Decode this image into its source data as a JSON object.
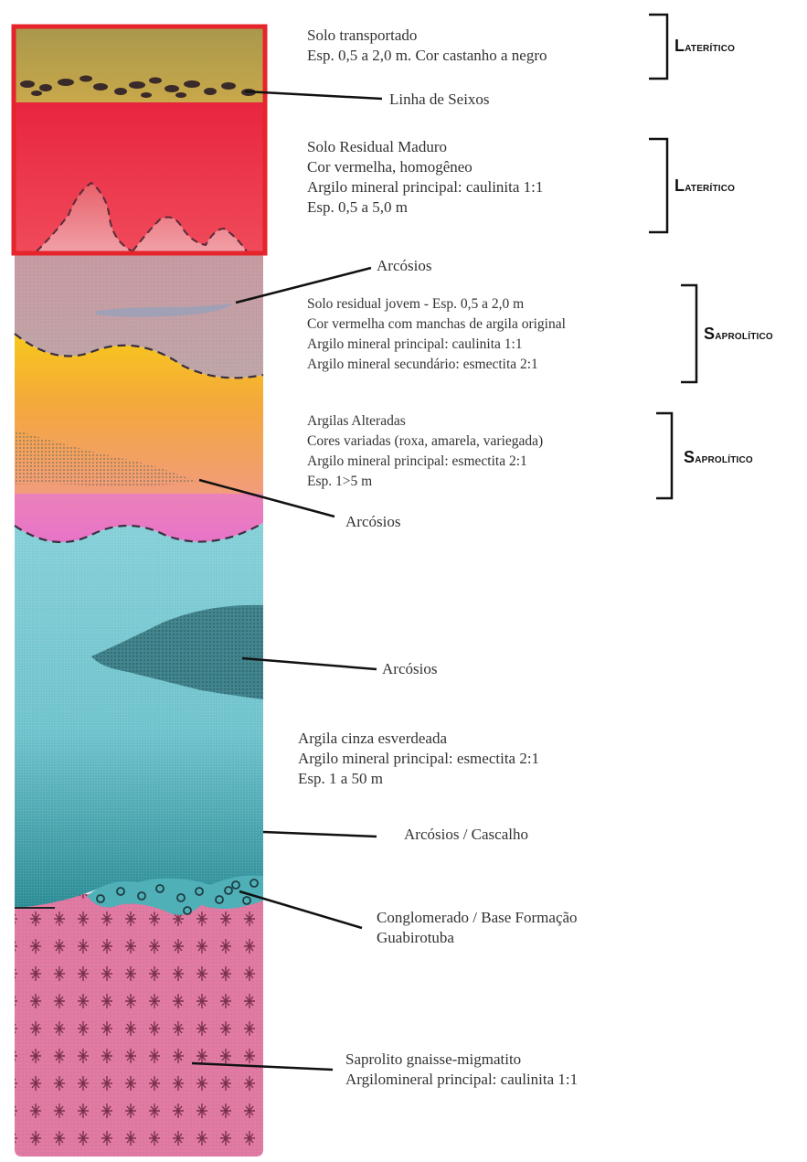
{
  "labels": {
    "solo_transportado": [
      "Solo transportado",
      "Esp. 0,5 a 2,0 m. Cor castanho a negro"
    ],
    "linha_seixos": "Linha de Seixos",
    "solo_residual_maduro": [
      "Solo Residual Maduro",
      "Cor vermelha, homogêneo",
      "Argilo mineral principal: caulinita 1:1",
      "Esp. 0,5 a 5,0 m"
    ],
    "arcosios_1": "Arcósios",
    "solo_residual_jovem": [
      "Solo residual jovem - Esp. 0,5 a 2,0 m",
      "Cor vermelha com manchas de argila original",
      "Argilo mineral principal: caulinita 1:1",
      "Argilo mineral secundário: esmectita 2:1"
    ],
    "argilas_alteradas": [
      "Argilas Alteradas",
      "Cores variadas (roxa, amarela, variegada)",
      "Argilo mineral principal: esmectita 2:1",
      "Esp. 1>5 m"
    ],
    "arcosios_2": "Arcósios",
    "arcosios_3": "Arcósios",
    "argila_cinza": [
      "Argila cinza esverdeada",
      "Argilo mineral principal: esmectita 2:1",
      "Esp. 1 a 50 m"
    ],
    "arcosios_cascalho": "Arcósios / Cascalho",
    "conglomerado": [
      "Conglomerado / Base Formação",
      "Guabirotuba"
    ],
    "saprolito": [
      "Saprolito gnaisse-migmatito",
      "Argilomineral principal: caulinita 1:1"
    ]
  },
  "classifications": {
    "lateritico_1": "Laterítico",
    "lateritico_2": "Laterítico",
    "saprolitico_1": "Saprolítico",
    "saprolitico_2": "Saprolítico"
  },
  "colors": {
    "topsoil": "#b8a04a",
    "mature_red": "#e8304c",
    "young_soil": "#c8a0a0",
    "yellow": "#f5c41c",
    "pink": "#ee7ab8",
    "teal_light": "#7cccd6",
    "teal_dark": "#2e8f98",
    "saprolite": "#e27aa4",
    "highlight_box": "#e5242b"
  }
}
